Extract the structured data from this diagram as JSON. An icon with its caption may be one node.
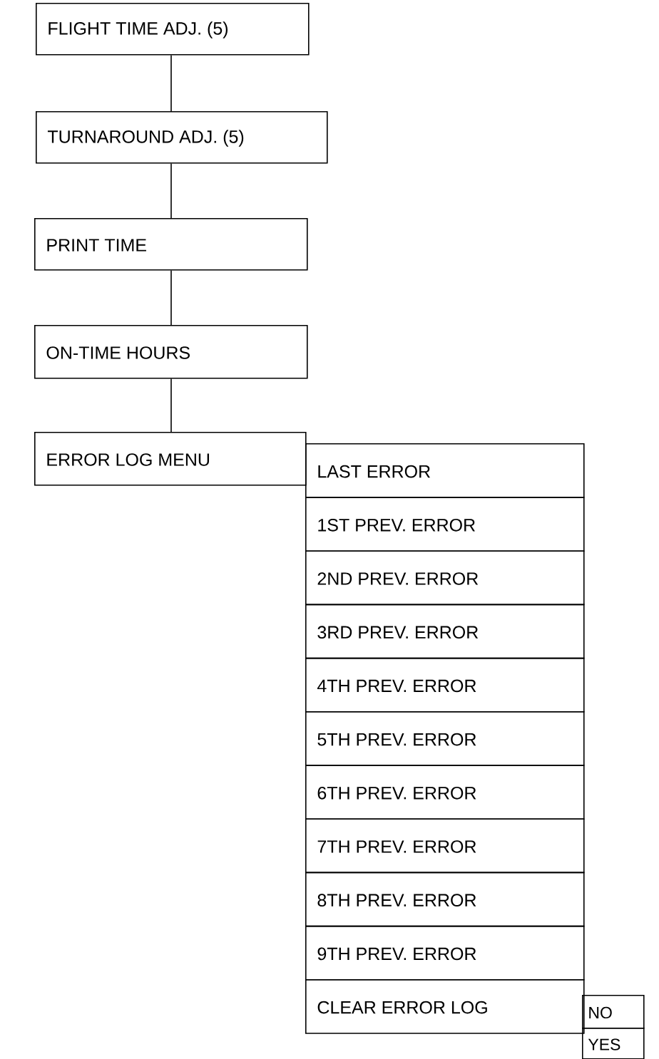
{
  "diagram": {
    "nodes": [
      {
        "text": [
          "FLIGHT TIME ADJ. (5)"
        ]
      },
      {
        "text": [
          "TURNAROUND ADJ. (5)"
        ]
      },
      {
        "text": [
          "PRINT TIME"
        ]
      },
      {
        "text": [
          "ON-TIME HOURS"
        ]
      },
      {
        "text": [
          "ERROR LOG MENU"
        ]
      },
      {
        "text": [
          "LAST ERROR"
        ]
      },
      {
        "text": [
          "1ST PREV. ERROR"
        ]
      },
      {
        "text": [
          "2ND PREV. ERROR"
        ]
      },
      {
        "text": [
          "3RD PREV. ERROR"
        ]
      },
      {
        "text": [
          "4TH PREV. ERROR"
        ]
      },
      {
        "text": [
          "5TH PREV. ERROR"
        ]
      },
      {
        "text": [
          "6TH PREV. ERROR"
        ]
      },
      {
        "text": [
          "7TH PREV. ERROR"
        ]
      },
      {
        "text": [
          "8TH PREV. ERROR"
        ]
      },
      {
        "text": [
          "9TH PREV. ERROR"
        ]
      },
      {
        "text": [
          "CLEAR ERROR LOG"
        ]
      },
      {
        "text": [
          "NO"
        ]
      },
      {
        "text": [
          "YES"
        ]
      }
    ],
    "edges": [
      {
        "from": 0,
        "to": 1,
        "arrow": "none"
      },
      {
        "from": 1,
        "to": 2,
        "arrow": "none"
      },
      {
        "from": 2,
        "to": 3,
        "arrow": "none"
      },
      {
        "from": 3,
        "to": 4,
        "arrow": "none"
      }
    ]
  }
}
